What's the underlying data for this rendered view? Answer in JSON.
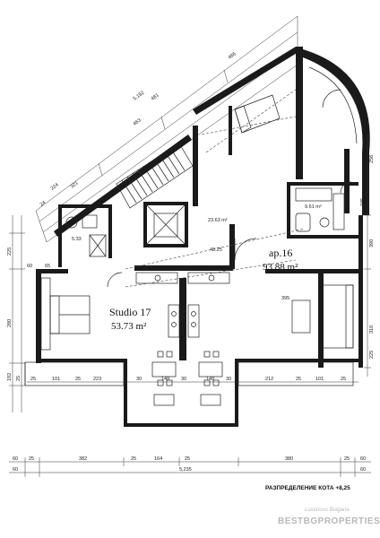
{
  "rooms": {
    "studio_name": "Studio 17",
    "studio_area": "53.73 m²",
    "apt_name": "ap.16",
    "apt_area": "93.88 m²",
    "bedroom_area": "23.63 m²",
    "hall_area": "48.25",
    "bath_area": "9.61 m²",
    "wc_area": "5.33"
  },
  "dimensions": {
    "top_diagonal": [
      "5,192",
      "481",
      "463",
      "466",
      "224",
      "24",
      "321"
    ],
    "left": [
      "225",
      "60",
      "65",
      "280",
      "192",
      "25"
    ],
    "right": [
      "256",
      "390",
      "195",
      "225",
      "310"
    ],
    "interior_mid": [
      "395"
    ],
    "lower_row": [
      "25",
      "101",
      "25",
      "223",
      "30",
      "148",
      "30",
      "148",
      "30",
      "212",
      "25",
      "101",
      "25"
    ],
    "bottom_chain": [
      "60",
      "25",
      "382",
      "25",
      "164",
      "25",
      "380",
      "25",
      "60"
    ],
    "bottom_total": [
      "60",
      "5,235",
      "60"
    ]
  },
  "caption": "РАЗПРЕДЕЛЕНИЕ КОТА +8,25",
  "watermark": {
    "small": "Luxurious Bulgaria",
    "brand": "BESTBGPROPERTIES"
  }
}
